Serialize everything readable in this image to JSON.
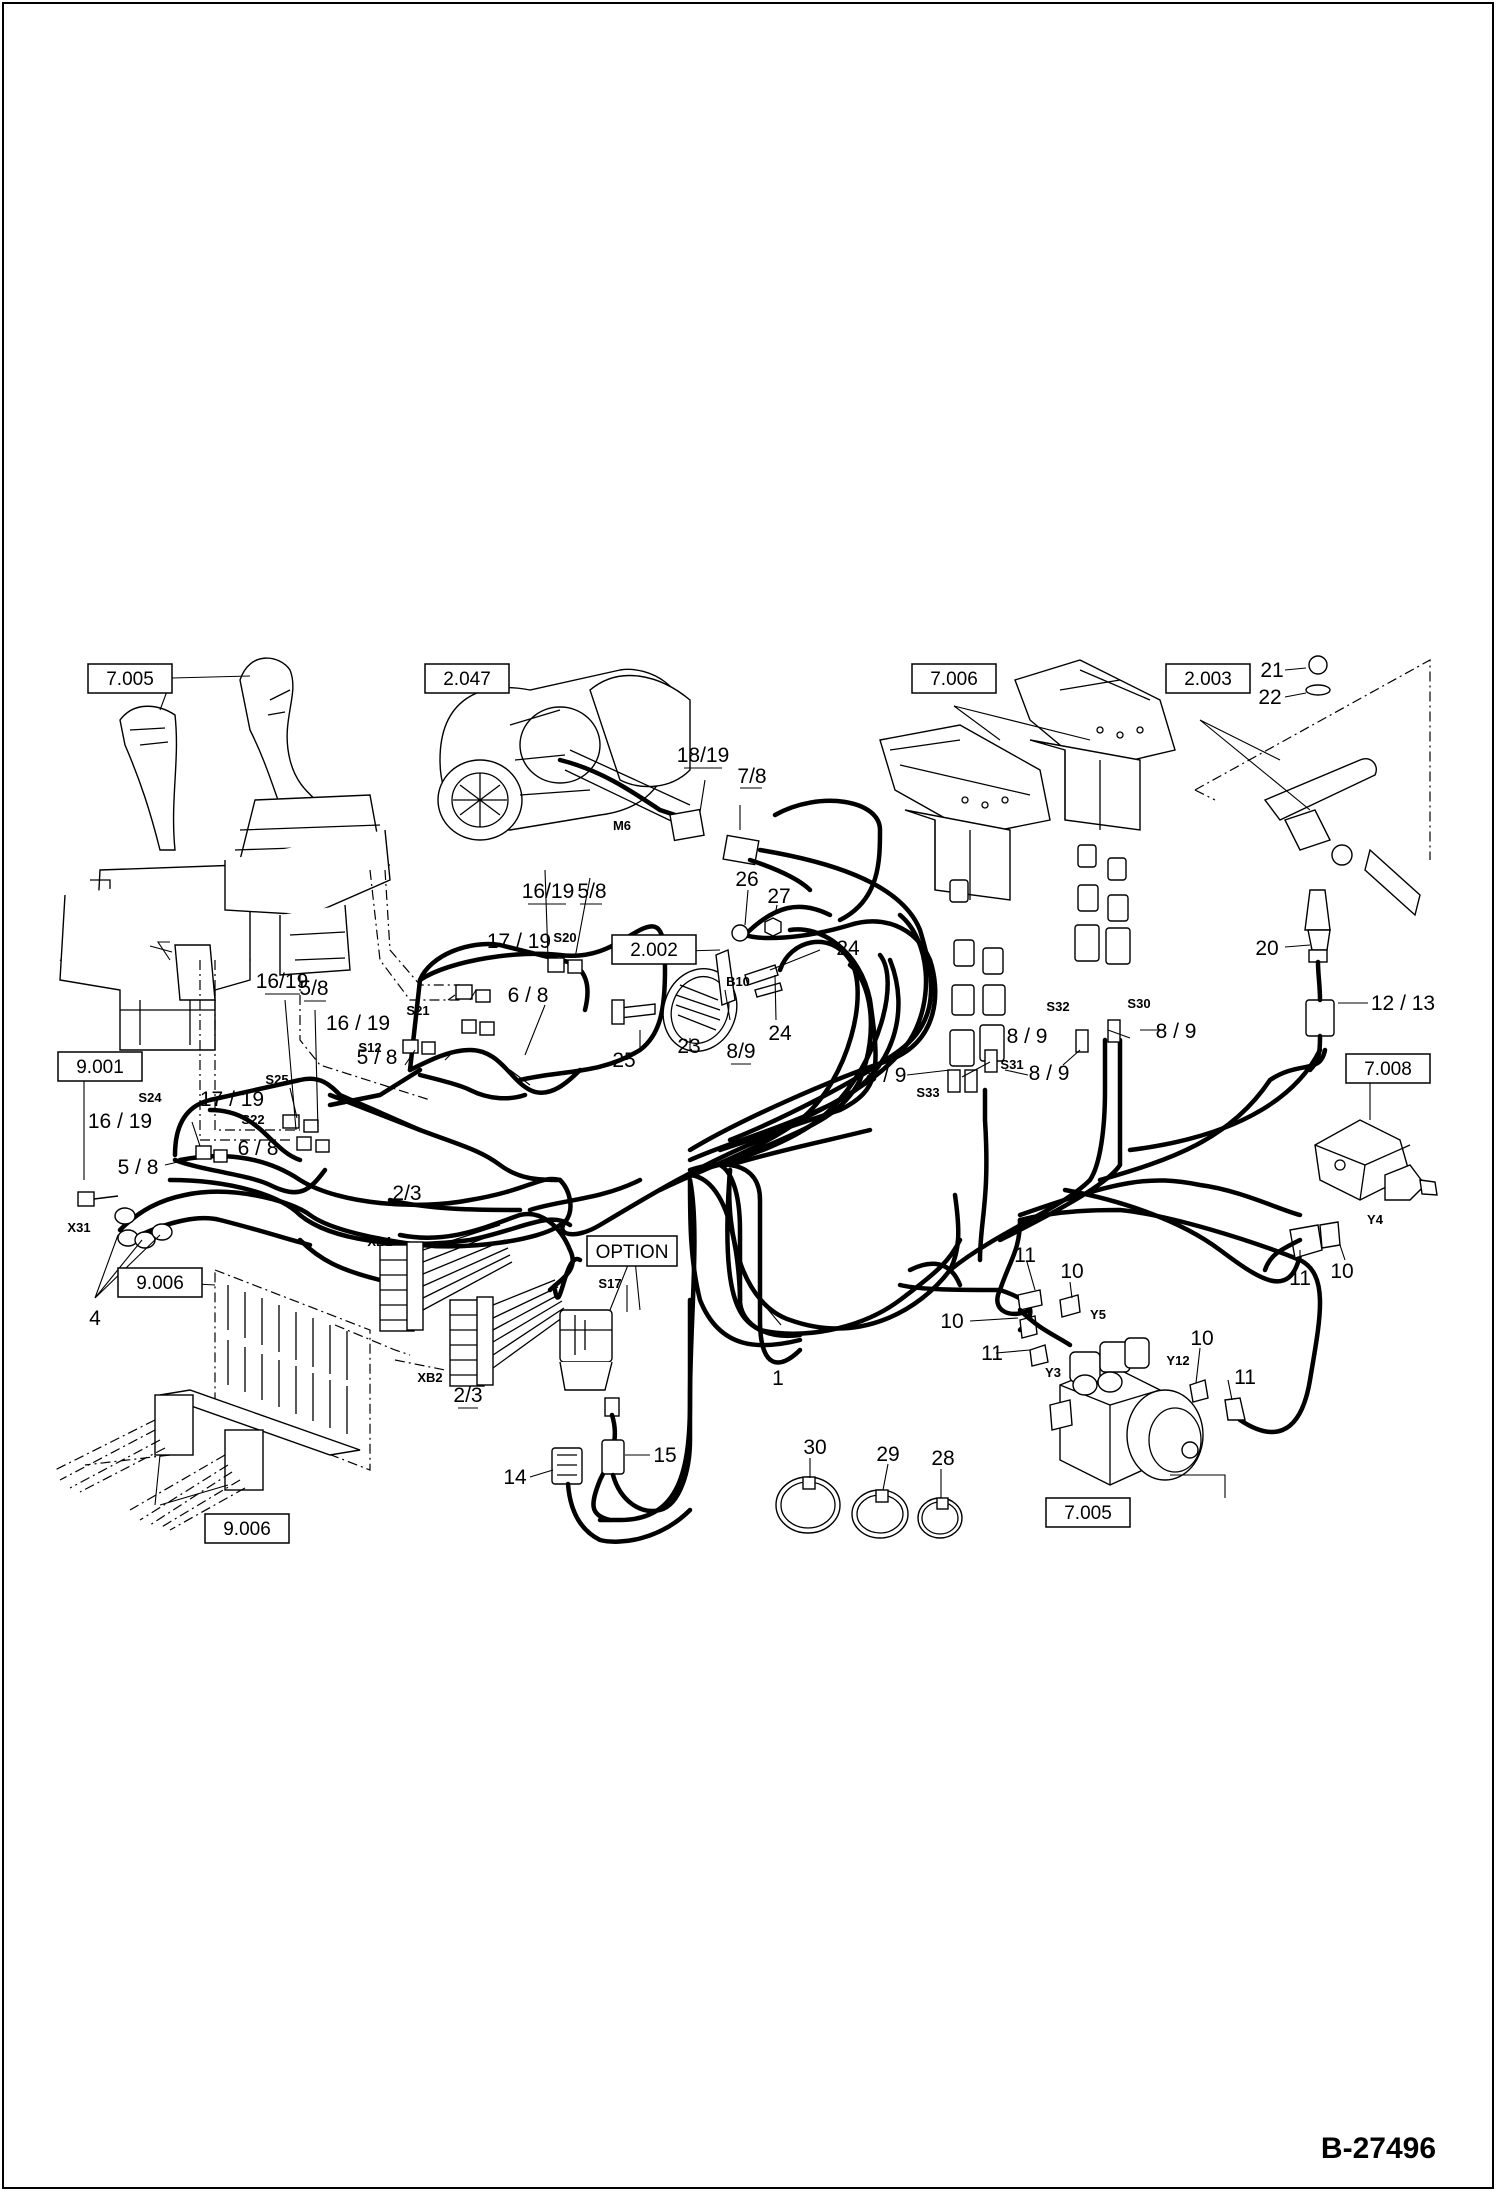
{
  "diagram": {
    "reference": "B-27496",
    "ref_boxes": [
      "7.005",
      "2.047",
      "7.006",
      "2.003",
      "9.001",
      "2.002",
      "7.008",
      "9.006",
      "9.006",
      "7.005"
    ],
    "option_label": "OPTION",
    "part_numbers": [
      "1",
      "4",
      "10",
      "10",
      "10",
      "10",
      "11",
      "11",
      "11",
      "11",
      "14",
      "15",
      "20",
      "21",
      "22",
      "23",
      "24",
      "24",
      "25",
      "26",
      "27",
      "28",
      "29",
      "30"
    ],
    "fraction_labels": [
      "18/19",
      "7/8",
      "16/19",
      "5/8",
      "16/19",
      "5/8",
      "17 / 19",
      "6 / 8",
      "16 / 19",
      "5 / 8",
      "16 / 19",
      "17 / 19",
      "6 / 8",
      "5 / 8",
      "2/3",
      "2/3",
      "8/9",
      "8 / 9",
      "8 / 9",
      "8 / 9",
      "8 / 9",
      "12 / 13"
    ],
    "component_codes": [
      "M6",
      "S20",
      "S21",
      "S12",
      "S25",
      "S22",
      "S24",
      "X31",
      "XB1",
      "XB2",
      "S17",
      "B10",
      "S32",
      "S30",
      "S31",
      "S33",
      "Y5",
      "Y3",
      "Y12",
      "Y4"
    ]
  }
}
